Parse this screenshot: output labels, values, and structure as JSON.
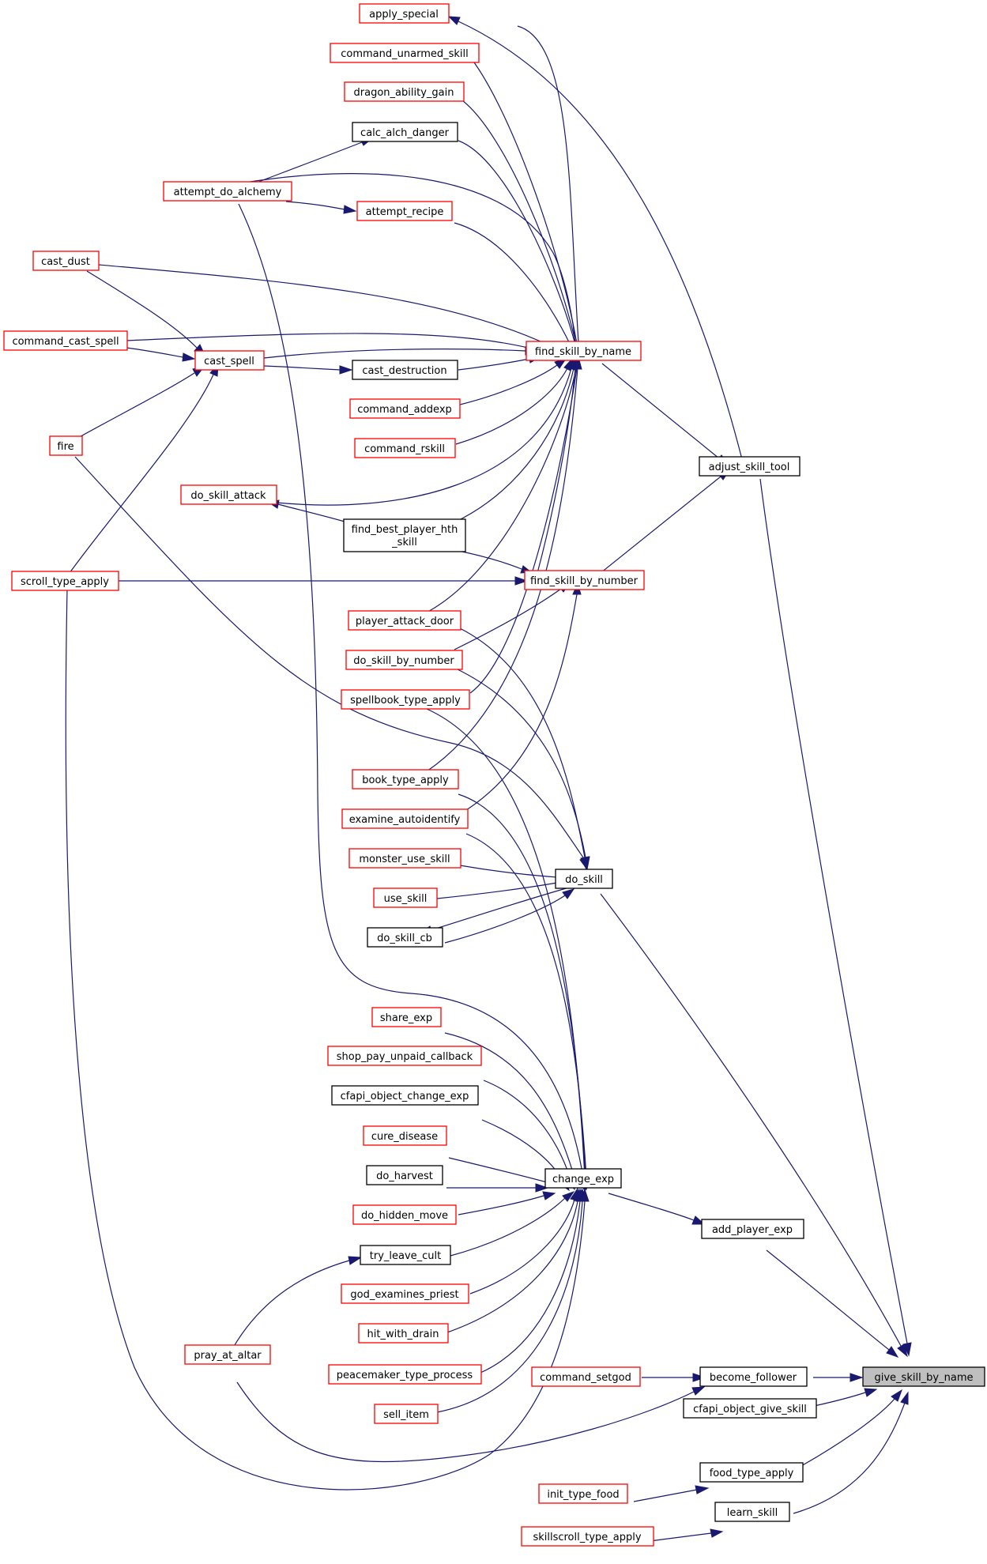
{
  "colors": {
    "edge": "#191970",
    "border_red": "#ff0000",
    "border_black": "#000000",
    "highlight_fill": "#bfbfbf"
  },
  "nodes": {
    "apply_special": "apply_special",
    "command_unarmed_skill": "command_unarmed_skill",
    "dragon_ability_gain": "dragon_ability_gain",
    "calc_alch_danger": "calc_alch_danger",
    "attempt_do_alchemy": "attempt_do_alchemy",
    "attempt_recipe": "attempt_recipe",
    "cast_dust": "cast_dust",
    "command_cast_spell": "command_cast_spell",
    "cast_spell": "cast_spell",
    "find_skill_by_name": "find_skill_by_name",
    "cast_destruction": "cast_destruction",
    "command_addexp": "command_addexp",
    "command_rskill": "command_rskill",
    "fire": "fire",
    "adjust_skill_tool": "adjust_skill_tool",
    "do_skill_attack": "do_skill_attack",
    "find_best_player_hth_skill_1": "find_best_player_hth",
    "find_best_player_hth_skill_2": "_skill",
    "scroll_type_apply": "scroll_type_apply",
    "find_skill_by_number": "find_skill_by_number",
    "player_attack_door": "player_attack_door",
    "do_skill_by_number": "do_skill_by_number",
    "spellbook_type_apply": "spellbook_type_apply",
    "book_type_apply": "book_type_apply",
    "examine_autoidentify": "examine_autoidentify",
    "monster_use_skill": "monster_use_skill",
    "do_skill": "do_skill",
    "use_skill": "use_skill",
    "do_skill_cb": "do_skill_cb",
    "share_exp": "share_exp",
    "shop_pay_unpaid_callback": "shop_pay_unpaid_callback",
    "cfapi_object_change_exp": "cfapi_object_change_exp",
    "cure_disease": "cure_disease",
    "do_harvest": "do_harvest",
    "change_exp": "change_exp",
    "do_hidden_move": "do_hidden_move",
    "add_player_exp": "add_player_exp",
    "try_leave_cult": "try_leave_cult",
    "god_examines_priest": "god_examines_priest",
    "hit_with_drain": "hit_with_drain",
    "pray_at_altar": "pray_at_altar",
    "command_setgod": "command_setgod",
    "become_follower": "become_follower",
    "give_skill_by_name": "give_skill_by_name",
    "peacemaker_type_process": "peacemaker_type_process",
    "cfapi_object_give_skill": "cfapi_object_give_skill",
    "sell_item": "sell_item",
    "food_type_apply": "food_type_apply",
    "init_type_food": "init_type_food",
    "learn_skill": "learn_skill",
    "skillscroll_type_apply": "skillscroll_type_apply"
  }
}
